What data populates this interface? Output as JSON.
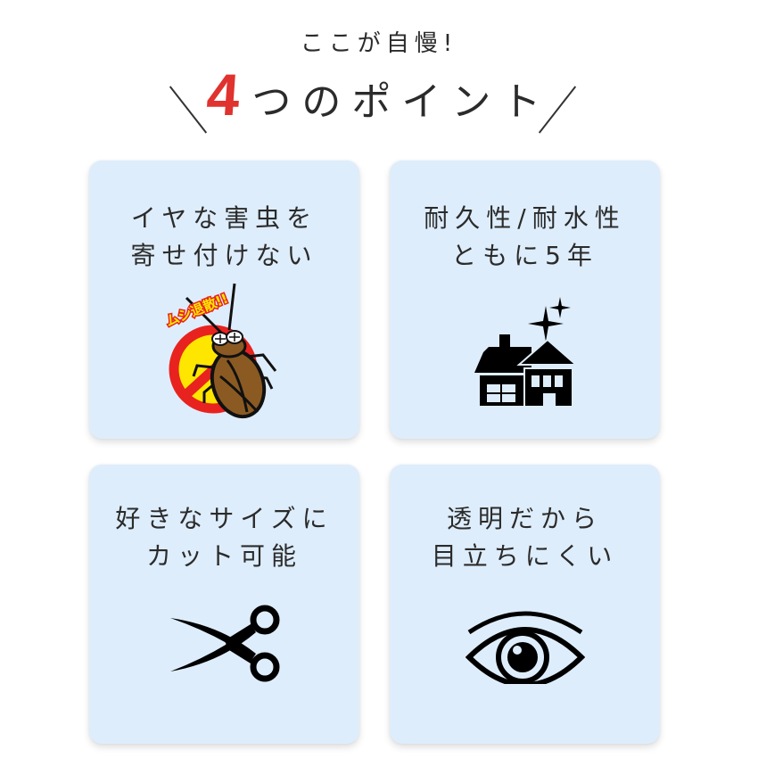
{
  "header": {
    "subtitle": "ここが自慢!",
    "title_number": "4",
    "title_text": "つのポイント"
  },
  "colors": {
    "accent_red": "#e0322e",
    "card_bg": "#deedfb",
    "text": "#2b2b2b",
    "icon": "#000000"
  },
  "cards": [
    {
      "line1": "イヤな害虫を",
      "line2": "寄せ付けない",
      "icon": "no-bugs-icon",
      "icon_badge_text": "ムシ退散!!"
    },
    {
      "line1": "耐久性/耐水性",
      "line2": "ともに5年",
      "icon": "house-sparkle-icon"
    },
    {
      "line1": "好きなサイズに",
      "line2": "カット可能",
      "icon": "scissors-icon"
    },
    {
      "line1": "透明だから",
      "line2": "目立ちにくい",
      "icon": "eye-icon"
    }
  ]
}
